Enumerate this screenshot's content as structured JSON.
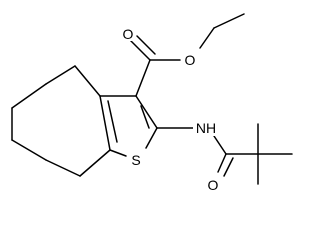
{
  "colors": {
    "bond": "#000000",
    "background": "#ffffff",
    "label": "#000000"
  },
  "atoms": {
    "O_carbonyl_ester": "O",
    "O_ester": "O",
    "N_amide": "NH",
    "O_amide": "O",
    "S_ring": "S"
  }
}
